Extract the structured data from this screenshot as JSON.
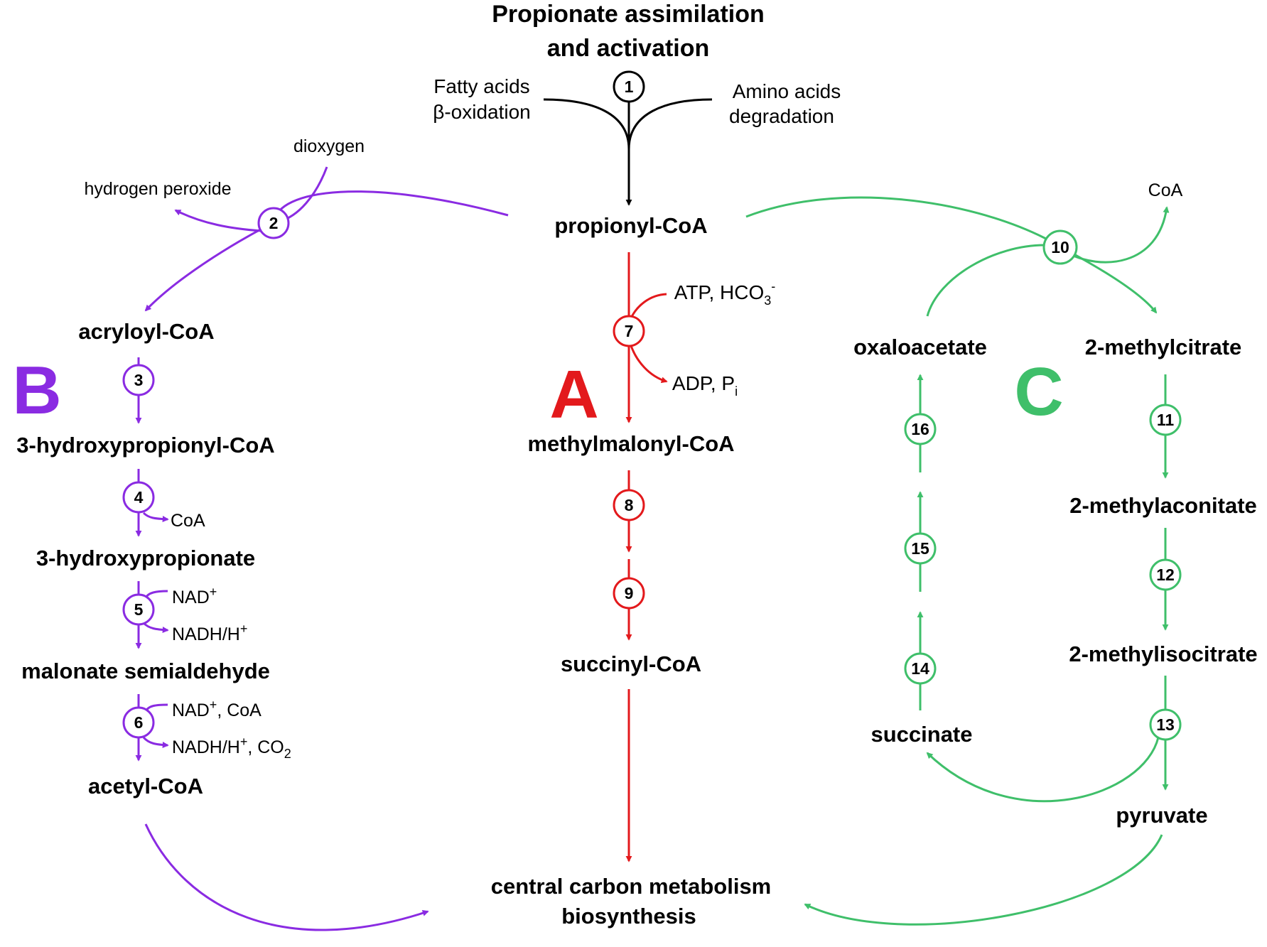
{
  "title": {
    "line1": "Propionate assimilation",
    "line2": "and activation"
  },
  "inputs": {
    "fatty": {
      "line1": "Fatty acids",
      "line2": "β-oxidation"
    },
    "amino": {
      "line1": "Amino acids",
      "line2": "degradation"
    }
  },
  "pathway_labels": {
    "a": "A",
    "b": "B",
    "c": "C"
  },
  "colors": {
    "a": "#e3191c",
    "b": "#8a2be2",
    "c": "#3fbf6a",
    "main": "#000000"
  },
  "metabolites": {
    "propionyl_coa": "propionyl-CoA",
    "acryloyl_coa": "acryloyl-CoA",
    "hydroxypropionyl_coa": "3-hydroxypropionyl-CoA",
    "hydroxypropionate": "3-hydroxypropionate",
    "malonate_semialdehyde": "malonate semialdehyde",
    "acetyl_coa": "acetyl-CoA",
    "methylmalonyl_coa": "methylmalonyl-CoA",
    "succinyl_coa": "succinyl-CoA",
    "oxaloacetate": "oxaloacetate",
    "methylcitrate": "2-methylcitrate",
    "methylaconitate": "2-methylaconitate",
    "methylisocitrate": "2-methylisocitrate",
    "succinate": "succinate",
    "pyruvate": "pyruvate",
    "central": {
      "line1": "central carbon metabolism",
      "line2": "biosynthesis"
    }
  },
  "cofactors": {
    "dioxygen": "dioxygen",
    "hydrogen_peroxide": "hydrogen peroxide",
    "coa_b4": "CoA",
    "nad_b5": "NAD",
    "nad_b5_sup": "+",
    "nadh_b5": "NADH/H",
    "nadh_b5_sup": "+",
    "nad_b6": "NAD",
    "nad_b6_sup": "+",
    "nad_b6_rest": ", CoA",
    "nadh_b6": "NADH/H",
    "nadh_b6_sup": "+",
    "nadh_b6_mid": ", CO",
    "nadh_b6_sub": "2",
    "atp": "ATP,  HCO",
    "atp_sub": "3",
    "atp_sup": "-",
    "adp": "ADP,  P",
    "adp_sub": "i",
    "coa_c10": "CoA"
  },
  "steps": [
    "1",
    "2",
    "3",
    "4",
    "5",
    "6",
    "7",
    "8",
    "9",
    "10",
    "11",
    "12",
    "13",
    "14",
    "15",
    "16"
  ]
}
